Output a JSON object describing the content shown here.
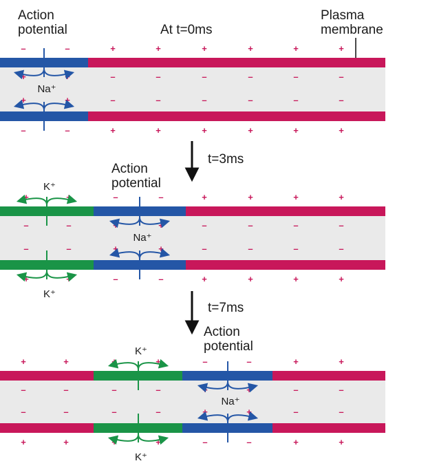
{
  "colors": {
    "resting_membrane": "#c8175a",
    "na_region": "#2456a6",
    "k_region": "#1a9447",
    "axon_interior": "#eaeaea",
    "sign": "#c8175a",
    "text": "#1a1a1a"
  },
  "labels": {
    "top_left": [
      "Action",
      "potential"
    ],
    "time_0": "At t=0ms",
    "plasma": [
      "Plasma",
      "membrane"
    ],
    "time_3": "t=3ms",
    "mid_ap": [
      "Action",
      "potential"
    ],
    "time_7": "t=7ms",
    "bottom_ap": [
      "Action",
      "potential"
    ]
  },
  "ions": {
    "sodium": "Na⁺",
    "potassium": "K⁺"
  },
  "signs": {
    "plus": "+",
    "minus": "–"
  },
  "panels": [
    {
      "time": "t=0ms",
      "segments": [
        {
          "type": "na",
          "ion": "Na⁺"
        },
        {
          "type": "rest"
        }
      ],
      "k_label_above": false,
      "k_label_below": false
    },
    {
      "time": "t=3ms",
      "segments": [
        {
          "type": "k",
          "ion": "K⁺"
        },
        {
          "type": "na",
          "ion": "Na⁺"
        },
        {
          "type": "rest"
        }
      ]
    },
    {
      "time": "t=7ms",
      "segments": [
        {
          "type": "rest"
        },
        {
          "type": "k",
          "ion": "K⁺"
        },
        {
          "type": "na",
          "ion": "Na⁺"
        },
        {
          "type": "rest"
        }
      ]
    }
  ]
}
